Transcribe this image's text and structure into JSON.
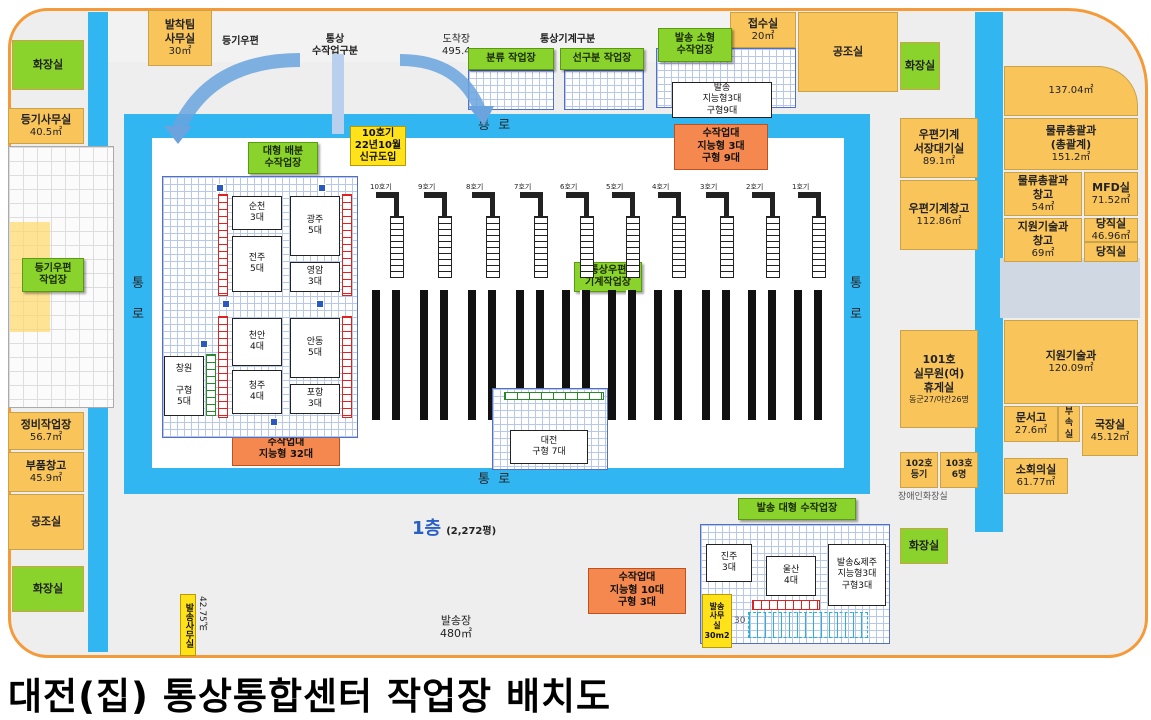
{
  "title": "대전(집) 통상통합센터 작업장 배치도",
  "floor": {
    "label": "1층",
    "area": "(2,272평)"
  },
  "corridors": {
    "top": "통  로",
    "bottom": "통  로",
    "left": "통\n\n로",
    "right": "통\n\n로"
  },
  "top_labels": {
    "deungi_upyeon": "등기우편",
    "tongsang_manual": "통상\n수작업구분",
    "arrival": "도착장\n495.4",
    "tongsang_machine": "통상기계구분"
  },
  "rooms_left": [
    {
      "id": "dispatch-team-office",
      "name": "발착팀\n사무실",
      "area": "30㎡"
    },
    {
      "id": "restroom-left-top",
      "name": "화장실",
      "area": ""
    },
    {
      "id": "registered-office",
      "name": "등기사무실",
      "area": "40.5㎡"
    },
    {
      "id": "maintenance-workshop",
      "name": "정비작업장",
      "area": "56.7㎡"
    },
    {
      "id": "parts-warehouse",
      "name": "부품창고",
      "area": "45.9㎡"
    },
    {
      "id": "hvac-room-left",
      "name": "공조실",
      "area": ""
    },
    {
      "id": "restroom-left-bottom",
      "name": "화장실",
      "area": ""
    }
  ],
  "rooms_right": [
    {
      "id": "reception-room",
      "name": "접수실",
      "area": "20㎡"
    },
    {
      "id": "hvac-room-right",
      "name": "공조실",
      "area": ""
    },
    {
      "id": "restroom-right-top",
      "name": "화장실",
      "area": ""
    },
    {
      "id": "room-137",
      "name": "",
      "area": "137.04㎡"
    },
    {
      "id": "logistics-general",
      "name": "물류총괄과\n(총괄계)",
      "area": "151.2㎡"
    },
    {
      "id": "postal-machine-waiting",
      "name": "우편기계\n서장대기실",
      "area": "89.1㎡"
    },
    {
      "id": "logistics-warehouse",
      "name": "물류총괄과\n창고",
      "area": "54㎡"
    },
    {
      "id": "mfd-room",
      "name": "MFD실",
      "area": "71.52㎡"
    },
    {
      "id": "postal-machine-warehouse",
      "name": "우편기계창고",
      "area": "112.86㎡"
    },
    {
      "id": "support-tech-warehouse",
      "name": "지원기술과\n창고",
      "area": "69㎡"
    },
    {
      "id": "duty-room",
      "name": "당직실",
      "area": "46.96㎡"
    },
    {
      "id": "duty-room-2",
      "name": "당직실",
      "area": ""
    },
    {
      "id": "support-tech-division",
      "name": "지원기술과",
      "area": "120.09㎡"
    },
    {
      "id": "room-101",
      "name": "101호\n실무원(여)\n휴게실",
      "area": "동군27/야간26명"
    },
    {
      "id": "document-storage",
      "name": "문서고",
      "area": "27.6㎡"
    },
    {
      "id": "sub-room",
      "name": "부\n속\n실",
      "area": ""
    },
    {
      "id": "director-office",
      "name": "국장실",
      "area": "45.12㎡"
    },
    {
      "id": "room-102",
      "name": "102호\n등기",
      "area": ""
    },
    {
      "id": "room-103",
      "name": "103호\n6명",
      "area": ""
    },
    {
      "id": "small-meeting",
      "name": "소회의실",
      "area": "61.77㎡"
    },
    {
      "id": "disabled-restroom",
      "name": "장애인화장실",
      "area": ""
    },
    {
      "id": "restroom-right-bottom",
      "name": "화장실",
      "area": ""
    }
  ],
  "green_tags": {
    "sorting_work": "분류 작업장",
    "presort_work": "선구분 작업장",
    "dispatch_small": "발송 소형\n수작업장",
    "large_distribution": "대형 배분\n수작업장",
    "registered_work": "등기우편\n작업장",
    "machine_work": "통상우편\n기계작업장",
    "dispatch_large": "발송 대형 수작업장"
  },
  "orange_tags": {
    "manual_top": "수작업대\n지능형 3대\n구형 9대",
    "manual_32": "수작업대\n지능형 32대",
    "manual_bottom": "수작업대\n지능형 10대\n구형 3대"
  },
  "yellow_tag": "10호기\n22년10월\n신규도입",
  "dispatch_box_top": "발송\n지능형3대\n구형9대",
  "workstations": [
    {
      "name": "순천\n3대"
    },
    {
      "name": "광주\n5대"
    },
    {
      "name": "전주\n5대"
    },
    {
      "name": "영암\n3대"
    },
    {
      "name": "천안\n4대"
    },
    {
      "name": "안동\n5대"
    },
    {
      "name": "청주\n4대"
    },
    {
      "name": "포항\n3대"
    }
  ],
  "changwon_box": "창원\n\n구형\n5대",
  "daejeon_box": "대전\n구형 7대",
  "machines": [
    "10호기",
    "9호기",
    "8호기",
    "7호기",
    "6호기",
    "5호기",
    "4호기",
    "3호기",
    "2호기",
    "1호기"
  ],
  "dispatch_large_boxes": {
    "jinju": "진주\n3대",
    "ulsan": "울산\n4대",
    "dispatch_jeju": "발송&제주\n지능형3대\n구형3대"
  },
  "dispatch_office_bottom": "발송\n사무\n실\n30m2",
  "dispatch_office_left": "발송사무실",
  "dispatch_office_left_area": "42.75㎡",
  "dispatch_area_right_num": "30",
  "dispatch_yard": {
    "name": "발송장",
    "area": "480㎡"
  }
}
